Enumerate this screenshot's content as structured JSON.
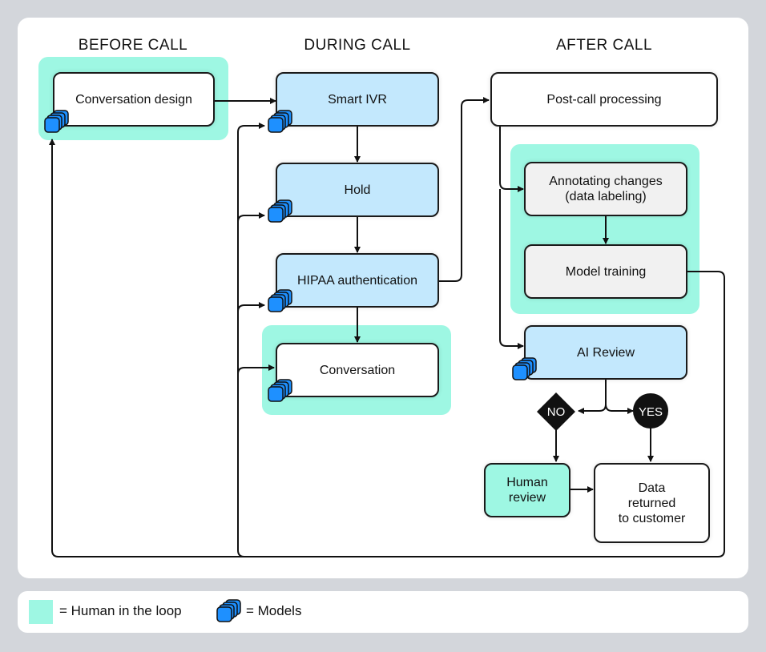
{
  "columns": {
    "before": "BEFORE CALL",
    "during": "DURING CALL",
    "after": "AFTER CALL"
  },
  "nodes": {
    "conversation_design": "Conversation design",
    "smart_ivr": "Smart IVR",
    "hold": "Hold",
    "hipaa": "HIPAA authentication",
    "conversation": "Conversation",
    "post_call": "Post-call processing",
    "annotating_line1": "Annotating changes",
    "annotating_line2": "(data labeling)",
    "model_training": "Model training",
    "ai_review": "AI Review",
    "human_review_line1": "Human",
    "human_review_line2": "review",
    "data_returned_line1": "Data",
    "data_returned_line2": "returned",
    "data_returned_line3": "to customer"
  },
  "decisions": {
    "no": "NO",
    "yes": "YES"
  },
  "legend": {
    "human_in_loop": "= Human in the loop",
    "models": "= Models"
  },
  "colors": {
    "human_in_loop": "#9ef7e3",
    "model_node": "#c3e8fd",
    "model_icon": "#1e90ff",
    "frame": "#d3d6db"
  }
}
